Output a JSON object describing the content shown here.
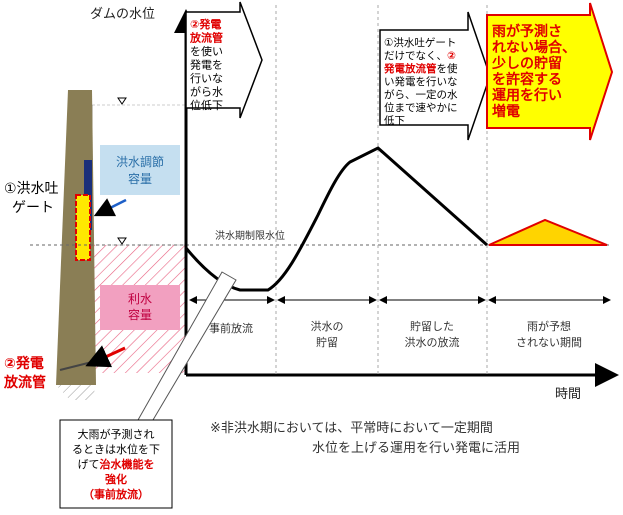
{
  "axis": {
    "y_label": "ダムの水位",
    "x_label": "時間",
    "flood_limit_label": "洪水期制限水位"
  },
  "dam": {
    "flood_capacity": [
      "洪水調節",
      "容量"
    ],
    "water_use_capacity": [
      "利水",
      "容量"
    ],
    "gate_label": [
      "①洪水吐",
      "ゲート"
    ],
    "outlet_label": [
      "②発電",
      "放流管"
    ]
  },
  "phases": [
    {
      "label": [
        "事前放流"
      ]
    },
    {
      "label": [
        "洪水の",
        "貯留"
      ]
    },
    {
      "label": [
        "貯留した",
        "洪水の放流"
      ]
    },
    {
      "label": [
        "雨が予想",
        "されない期間"
      ]
    }
  ],
  "arrows": [
    {
      "lines": [
        [
          {
            "t": "②発電",
            "c": "red"
          }
        ],
        [
          {
            "t": "放流管",
            "c": "red"
          }
        ],
        [
          {
            "t": "を使い",
            "c": "black"
          }
        ],
        [
          {
            "t": "発電を",
            "c": "black"
          }
        ],
        [
          {
            "t": "行いな",
            "c": "black"
          }
        ],
        [
          {
            "t": "がら水",
            "c": "black"
          }
        ],
        [
          {
            "t": "位低下",
            "c": "black"
          }
        ]
      ]
    },
    {
      "lines": [
        [
          {
            "t": "①洪水吐ゲート",
            "c": "black"
          }
        ],
        [
          {
            "t": "だけでなく、",
            "c": "black"
          },
          {
            "t": "②",
            "c": "red"
          }
        ],
        [
          {
            "t": "発電放流管",
            "c": "red"
          },
          {
            "t": "を使",
            "c": "black"
          }
        ],
        [
          {
            "t": "い発電を行いな",
            "c": "black"
          }
        ],
        [
          {
            "t": "がら、一定の水",
            "c": "black"
          }
        ],
        [
          {
            "t": "位まで速やかに",
            "c": "black"
          }
        ],
        [
          {
            "t": "低下",
            "c": "black"
          }
        ]
      ]
    },
    {
      "lines": [
        [
          {
            "t": "雨が予測さ",
            "c": "red"
          }
        ],
        [
          {
            "t": "れない場合、",
            "c": "red"
          }
        ],
        [
          {
            "t": "少しの貯留",
            "c": "red"
          }
        ],
        [
          {
            "t": "を許容する",
            "c": "red"
          }
        ],
        [
          {
            "t": "運用を行い",
            "c": "red"
          }
        ],
        [
          {
            "t": "増電",
            "c": "red"
          }
        ]
      ]
    }
  ],
  "callout": {
    "lines": [
      [
        {
          "t": "大雨が予測され",
          "c": "black"
        }
      ],
      [
        {
          "t": "るときは水位を下",
          "c": "black"
        }
      ],
      [
        {
          "t": "げて",
          "c": "black"
        },
        {
          "t": "治水機能を",
          "c": "red"
        }
      ],
      [
        {
          "t": "強化",
          "c": "red"
        }
      ],
      [
        {
          "t": "（事前放流）",
          "c": "red"
        }
      ]
    ]
  },
  "note": [
    "※非洪水期においては、平常時において一定期間",
    "水位を上げる運用を行い発電に活用"
  ],
  "colors": {
    "flood_blue": "#c5dff0",
    "water_pink": "#f2a0c0",
    "arrow_yellow": "#ffff00",
    "accent_red": "#e00000",
    "dam_brown": "#8a7e55",
    "gate_blue": "#1a2f7a"
  }
}
